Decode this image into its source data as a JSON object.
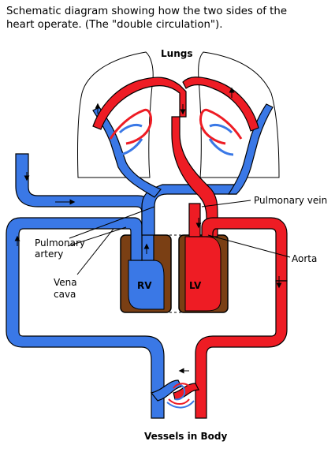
{
  "title": {
    "line1": "Schematic diagram showing how the two sides of the",
    "line2": "heart operate. (The \"double circulation\")."
  },
  "labels": {
    "lungs": "Lungs",
    "pulmonary_vein": "Pulmonary vein",
    "pulmonary_artery_1": "Pulmonary",
    "pulmonary_artery_2": "artery",
    "vena_cava_1": "Vena",
    "vena_cava_2": "cava",
    "aorta": "Aorta",
    "rv": "RV",
    "lv": "LV",
    "vessels_in_body": "Vessels in Body"
  },
  "colors": {
    "deoxygenated": "#3a78e6",
    "oxygenated": "#ee1c24",
    "heart_wall": "#7a3f14",
    "outline": "#000000"
  }
}
